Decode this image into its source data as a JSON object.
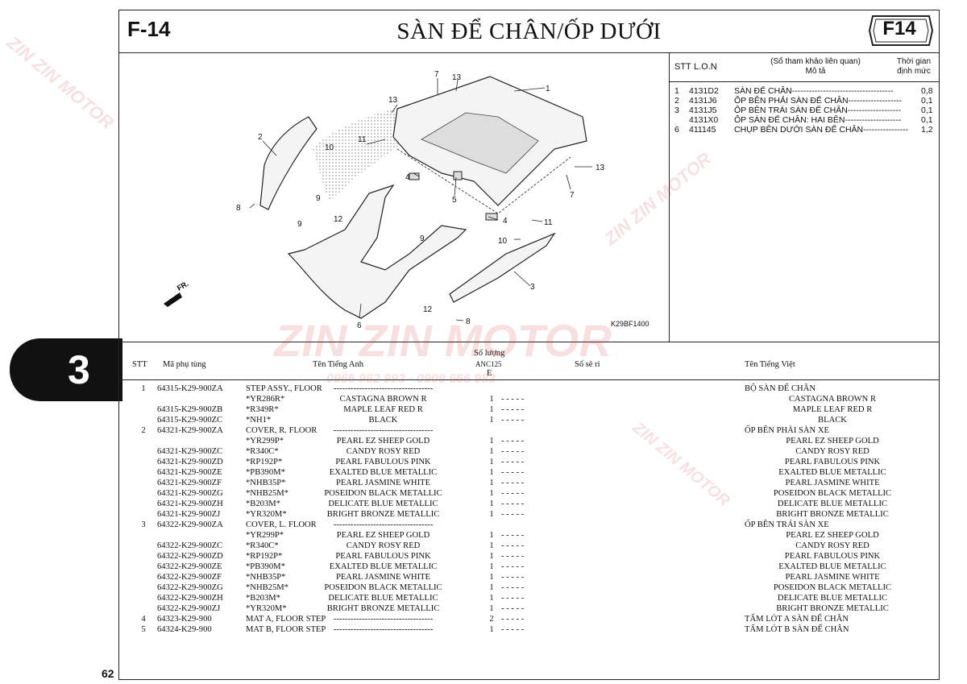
{
  "page": {
    "code": "F-14",
    "title": "SÀN ĐỂ CHÂN/ỐP DƯỚI",
    "badge": "F14",
    "section_number": "3",
    "page_number": "62"
  },
  "diagram": {
    "figure_code": "K29BF1400",
    "callouts": [
      "1",
      "2",
      "3",
      "4",
      "4",
      "5",
      "6",
      "7",
      "7",
      "8",
      "8",
      "9",
      "9",
      "9",
      "10",
      "10",
      "11",
      "11",
      "12",
      "12",
      "13",
      "13",
      "13"
    ],
    "direction_label": "FR."
  },
  "watermark": {
    "brand": "ZIN ZIN MOTOR",
    "phone": "0966 962 993 - 0909 666 983"
  },
  "reference": {
    "headers": {
      "stt": "STT",
      "lon": "L.O.N",
      "note_top": "(Số tham khảo liên quan)",
      "note_bottom": "Mô tả",
      "time_top": "Thời gian",
      "time_bottom": "định mức"
    },
    "rows": [
      {
        "stt": "1",
        "code": "4131D2",
        "desc": "SÀN ĐỂ CHÂN------------------------------------",
        "value": "0,8"
      },
      {
        "stt": "2",
        "code": "4131J6",
        "desc": "ỐP BÊN PHẢI SÀN ĐỂ CHÂN-------------------",
        "value": "0,1"
      },
      {
        "stt": "3",
        "code": "4131J5",
        "desc": "ỐP BÊN TRÁI SÀN ĐỂ CHÂN-------------------",
        "value": "0,1"
      },
      {
        "stt": "",
        "code": "4131X0",
        "desc": "ỐP SÀN ĐỂ CHÂN: HAI BÊN--------------------",
        "value": "0,1"
      },
      {
        "stt": "6",
        "code": "411145",
        "desc": "CHỤP BÊN DƯỚI SÀN ĐỂ CHÂN----------------",
        "value": "1,2"
      }
    ]
  },
  "table": {
    "headers": {
      "stt": "STT",
      "code": "Mã phụ tùng",
      "english": "Tên Tiếng Anh",
      "qty_top": "Số lượng",
      "qty_model": "ANC125",
      "qty_type": "E",
      "serial": "Số sê ri",
      "vietnamese": "Tên Tiếng Việt"
    },
    "rows": [
      {
        "stt": "1",
        "code": "64315-K29-900ZA",
        "name": "STEP ASSY., FLOOR",
        "color": "-----------------------------------",
        "qty": "",
        "dash": "",
        "viet": "BỘ SÀN ĐỂ CHÂN",
        "vcolor": ""
      },
      {
        "stt": "",
        "code": "",
        "name": "*YR286R*",
        "color": "CASTAGNA BROWN R",
        "qty": "1",
        "dash": "-   -   -   -   -",
        "viet": "",
        "vcolor": "CASTAGNA BROWN R"
      },
      {
        "stt": "",
        "code": "64315-K29-900ZB",
        "name": "*R349R*",
        "color": "MAPLE LEAF RED R",
        "qty": "1",
        "dash": "-   -   -   -   -",
        "viet": "",
        "vcolor": "MAPLE LEAF RED R"
      },
      {
        "stt": "",
        "code": "64315-K29-900ZC",
        "name": "*NH1*",
        "color": "BLACK",
        "qty": "1",
        "dash": "-   -   -   -   -",
        "viet": "",
        "vcolor": "BLACK"
      },
      {
        "stt": "2",
        "code": "64321-K29-900ZA",
        "name": "COVER, R. FLOOR",
        "color": "-----------------------------------",
        "qty": "",
        "dash": "",
        "viet": "ỐP BÊN PHẢI SÀN XE",
        "vcolor": ""
      },
      {
        "stt": "",
        "code": "",
        "name": "*YR299P*",
        "color": "PEARL EZ SHEEP GOLD",
        "qty": "1",
        "dash": "-   -   -   -   -",
        "viet": "",
        "vcolor": "PEARL EZ SHEEP GOLD"
      },
      {
        "stt": "",
        "code": "64321-K29-900ZC",
        "name": "*R340C*",
        "color": "CANDY ROSY RED",
        "qty": "1",
        "dash": "-   -   -   -   -",
        "viet": "",
        "vcolor": "CANDY ROSY RED"
      },
      {
        "stt": "",
        "code": "64321-K29-900ZD",
        "name": "*RP192P*",
        "color": "PEARL FABULOUS PINK",
        "qty": "1",
        "dash": "-   -   -   -   -",
        "viet": "",
        "vcolor": "PEARL FABULOUS PINK"
      },
      {
        "stt": "",
        "code": "64321-K29-900ZE",
        "name": "*PB390M*",
        "color": "EXALTED BLUE METALLIC",
        "qty": "1",
        "dash": "-   -   -   -   -",
        "viet": "",
        "vcolor": "EXALTED BLUE METALLIC"
      },
      {
        "stt": "",
        "code": "64321-K29-900ZF",
        "name": "*NHB35P*",
        "color": "PEARL JASMINE WHITE",
        "qty": "1",
        "dash": "-   -   -   -   -",
        "viet": "",
        "vcolor": "PEARL JASMINE WHITE"
      },
      {
        "stt": "",
        "code": "64321-K29-900ZG",
        "name": "*NHB25M*",
        "color": "POSEIDON BLACK METALLIC",
        "qty": "1",
        "dash": "-   -   -   -   -",
        "viet": "",
        "vcolor": "POSEIDON BLACK METALLIC"
      },
      {
        "stt": "",
        "code": "64321-K29-900ZH",
        "name": "*B203M*",
        "color": "DELICATE BLUE METALLIC",
        "qty": "1",
        "dash": "-   -   -   -   -",
        "viet": "",
        "vcolor": "DELICATE BLUE METALLIC"
      },
      {
        "stt": "",
        "code": "64321-K29-900ZJ",
        "name": "*YR320M*",
        "color": "BRIGHT BRONZE METALLIC",
        "qty": "1",
        "dash": "-   -   -   -   -",
        "viet": "",
        "vcolor": "BRIGHT BRONZE METALLIC"
      },
      {
        "stt": "3",
        "code": "64322-K29-900ZA",
        "name": "COVER, L. FLOOR",
        "color": "-----------------------------------",
        "qty": "",
        "dash": "",
        "viet": "ỐP BÊN TRÁI SÀN XE",
        "vcolor": ""
      },
      {
        "stt": "",
        "code": "",
        "name": "*YR299P*",
        "color": "PEARL EZ SHEEP GOLD",
        "qty": "1",
        "dash": "-   -   -   -   -",
        "viet": "",
        "vcolor": "PEARL EZ SHEEP GOLD"
      },
      {
        "stt": "",
        "code": "64322-K29-900ZC",
        "name": "*R340C*",
        "color": "CANDY ROSY RED",
        "qty": "1",
        "dash": "-   -   -   -   -",
        "viet": "",
        "vcolor": "CANDY ROSY RED"
      },
      {
        "stt": "",
        "code": "64322-K29-900ZD",
        "name": "*RP192P*",
        "color": "PEARL FABULOUS PINK",
        "qty": "1",
        "dash": "-   -   -   -   -",
        "viet": "",
        "vcolor": "PEARL FABULOUS PINK"
      },
      {
        "stt": "",
        "code": "64322-K29-900ZE",
        "name": "*PB390M*",
        "color": "EXALTED BLUE METALLIC",
        "qty": "1",
        "dash": "-   -   -   -   -",
        "viet": "",
        "vcolor": "EXALTED BLUE METALLIC"
      },
      {
        "stt": "",
        "code": "64322-K29-900ZF",
        "name": "*NHB35P*",
        "color": "PEARL JASMINE WHITE",
        "qty": "1",
        "dash": "-   -   -   -   -",
        "viet": "",
        "vcolor": "PEARL JASMINE WHITE"
      },
      {
        "stt": "",
        "code": "64322-K29-900ZG",
        "name": "*NHB25M*",
        "color": "POSEIDON BLACK METALLIC",
        "qty": "1",
        "dash": "-   -   -   -   -",
        "viet": "",
        "vcolor": "POSEIDON BLACK METALLIC"
      },
      {
        "stt": "",
        "code": "64322-K29-900ZH",
        "name": "*B203M*",
        "color": "DELICATE BLUE METALLIC",
        "qty": "1",
        "dash": "-   -   -   -   -",
        "viet": "",
        "vcolor": "DELICATE BLUE METALLIC"
      },
      {
        "stt": "",
        "code": "64322-K29-900ZJ",
        "name": "*YR320M*",
        "color": "BRIGHT BRONZE METALLIC",
        "qty": "1",
        "dash": "-   -   -   -   -",
        "viet": "",
        "vcolor": "BRIGHT BRONZE METALLIC"
      },
      {
        "stt": "4",
        "code": "64323-K29-900",
        "name": "MAT A, FLOOR STEP",
        "color": "-----------------------------------",
        "qty": "2",
        "dash": "-   -   -   -   -",
        "viet": "TẤM LÓT A SÀN ĐỂ CHÂN",
        "vcolor": ""
      },
      {
        "stt": "5",
        "code": "64324-K29-900",
        "name": "MAT B, FLOOR STEP",
        "color": "-----------------------------------",
        "qty": "1",
        "dash": "-   -   -   -   -",
        "viet": "TẤM LÓT B SÀN ĐỂ CHÂN",
        "vcolor": ""
      }
    ]
  }
}
